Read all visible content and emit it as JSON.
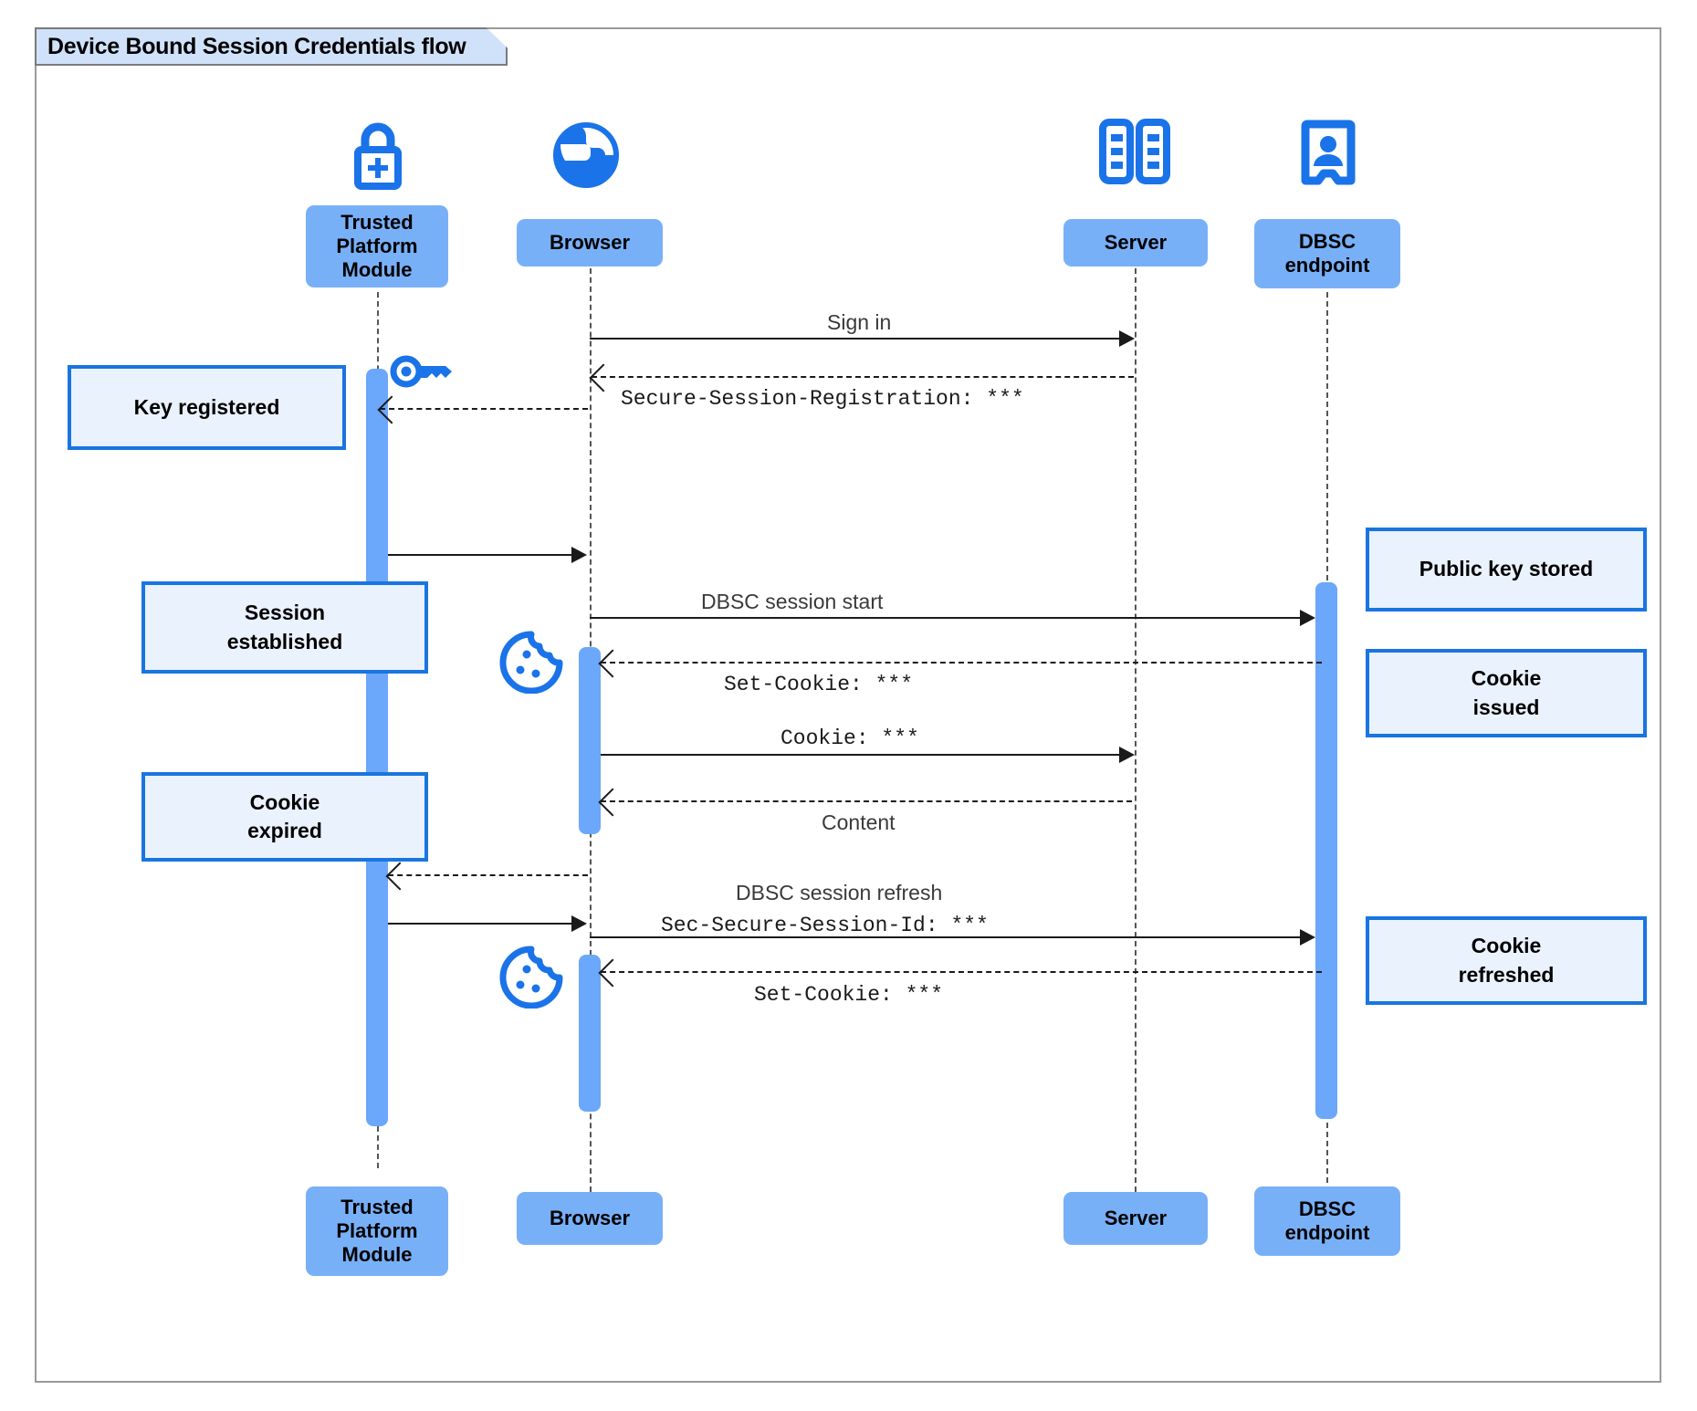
{
  "diagram": {
    "type": "uml-sequence-diagram",
    "title": "Device Bound Session Credentials flow",
    "colors": {
      "participant_fill": "#78b0f8",
      "activation_fill": "#6ba7fb",
      "note_fill": "#eaf2fe",
      "note_border": "#1975e0",
      "icon_blue": "#1a73e8",
      "frame_border": "#9a9a9a",
      "title_tab_fill": "#cfe2fa",
      "line_color": "#1a1a1a"
    }
  },
  "participants": [
    {
      "id": "tpm",
      "label": "Trusted\nPlatform\nModule",
      "label_line1": "Trusted",
      "label_line2": "Platform",
      "label_line3": "Module",
      "icon": "lock-plus-icon"
    },
    {
      "id": "browser",
      "label": "Browser",
      "icon": "globe-icon"
    },
    {
      "id": "server",
      "label": "Server",
      "icon": "server-rack-icon"
    },
    {
      "id": "dbsc",
      "label": "DBSC\nendpoint",
      "label_line1": "DBSC",
      "label_line2": "endpoint",
      "icon": "id-badge-icon"
    }
  ],
  "messages": [
    {
      "id": "m1",
      "from": "browser",
      "to": "server",
      "label": "Sign in",
      "style": "solid",
      "font": "sans"
    },
    {
      "id": "m2",
      "from": "server",
      "to": "browser",
      "label": "Secure-Session-Registration: ***",
      "style": "dashed",
      "font": "mono"
    },
    {
      "id": "m3",
      "from": "browser",
      "to": "tpm",
      "label": "",
      "style": "dashed",
      "font": "mono"
    },
    {
      "id": "m4",
      "from": "tpm",
      "to": "browser",
      "label": "",
      "style": "solid",
      "font": "sans"
    },
    {
      "id": "m5",
      "from": "browser",
      "to": "dbsc",
      "label": "DBSC session start",
      "style": "solid",
      "font": "sans"
    },
    {
      "id": "m6",
      "from": "dbsc",
      "to": "browser",
      "label": "Set-Cookie: ***",
      "style": "dashed",
      "font": "mono"
    },
    {
      "id": "m7",
      "from": "browser",
      "to": "server",
      "label": "Cookie: ***",
      "style": "solid",
      "font": "mono"
    },
    {
      "id": "m8",
      "from": "server",
      "to": "browser",
      "label": "Content",
      "style": "dashed",
      "font": "sans"
    },
    {
      "id": "m9",
      "from": "browser",
      "to": "tpm",
      "label": "",
      "style": "dashed",
      "font": "mono"
    },
    {
      "id": "m10",
      "from": "tpm",
      "to": "browser",
      "label": "",
      "style": "solid",
      "font": "sans"
    },
    {
      "id": "m11",
      "from": "browser",
      "to": "dbsc",
      "label": "DBSC session refresh",
      "label2": "Sec-Secure-Session-Id: ***",
      "style": "solid",
      "font": "sans"
    },
    {
      "id": "m12",
      "from": "dbsc",
      "to": "browser",
      "label": "Set-Cookie: ***",
      "style": "dashed",
      "font": "mono"
    }
  ],
  "notes": [
    {
      "id": "n1",
      "side": "left",
      "target": "tpm",
      "text": "Key registered",
      "line1": "Key registered"
    },
    {
      "id": "n2",
      "side": "left",
      "target": "tpm",
      "text": "Session established",
      "line1": "Session",
      "line2": "established"
    },
    {
      "id": "n3",
      "side": "left",
      "target": "tpm",
      "text": "Cookie expired",
      "line1": "Cookie",
      "line2": "expired"
    },
    {
      "id": "n4",
      "side": "right",
      "target": "dbsc",
      "text": "Public key stored",
      "line1": "Public key stored"
    },
    {
      "id": "n5",
      "side": "right",
      "target": "dbsc",
      "text": "Cookie issued",
      "line1": "Cookie",
      "line2": "issued"
    },
    {
      "id": "n6",
      "side": "right",
      "target": "dbsc",
      "text": "Cookie refreshed",
      "line1": "Cookie",
      "line2": "refreshed"
    }
  ],
  "inline_icons": [
    {
      "id": "key1",
      "name": "key-icon",
      "near": "tpm"
    },
    {
      "id": "cookie1",
      "name": "cookie-icon",
      "near": "browser"
    },
    {
      "id": "cookie2",
      "name": "cookie-icon",
      "near": "browser"
    }
  ]
}
